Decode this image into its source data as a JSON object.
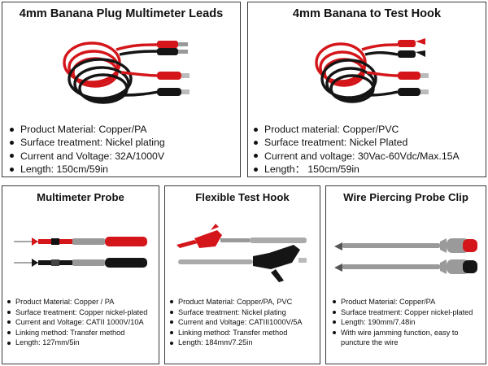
{
  "products": [
    {
      "id": "banana-plug-leads",
      "title": "4mm Banana Plug Multimeter Leads",
      "image_icon": "test-lead-cables-icon",
      "specs": [
        "Product Material: Copper/PA",
        "Surface treatment: Nickel plating",
        "Current and Voltage: 32A/1000V",
        "Length: 150cm/59in"
      ]
    },
    {
      "id": "banana-to-test-hook",
      "title": "4mm Banana to Test Hook",
      "image_icon": "test-lead-cables-icon",
      "specs": [
        "Product material: Copper/PVC",
        "Surface treatment: Nickel Plated",
        "Current and voltage: 30Vac-60Vdc/Max.15A",
        "Length： 150cm/59in"
      ]
    },
    {
      "id": "multimeter-probe",
      "title": "Multimeter Probe",
      "image_icon": "multimeter-probe-icon",
      "specs": [
        "Product Material: Copper / PA",
        "Surface treatment: Copper nickel-plated",
        "Current and Voltage: CATII 1000V/10A",
        "Linking method: Transfer method",
        "Length: 127mm/5in"
      ]
    },
    {
      "id": "flexible-test-hook",
      "title": "Flexible Test Hook",
      "image_icon": "test-hook-clip-icon",
      "specs": [
        "Product Material: Copper/PA, PVC",
        "Surface treatment: Nickel plating",
        "Current and Voltage: CATIII1000V/5A",
        "Linking method: Transfer method",
        "Length: 184mm/7.25in"
      ]
    },
    {
      "id": "wire-piercing-probe-clip",
      "title": "Wire Piercing Probe Clip",
      "image_icon": "piercing-probe-icon",
      "specs": [
        "Product Material: Copper/PA",
        "Surface treatment: Copper nickel-plated",
        "Length: 190mm/7.48in",
        "With wire jamming function, easy to puncture the wire"
      ]
    }
  ],
  "colors": {
    "lead_red": "#d4161b",
    "lead_black": "#151515",
    "probe_gray": "#9a9a9a",
    "border": "#3a3a3a"
  }
}
